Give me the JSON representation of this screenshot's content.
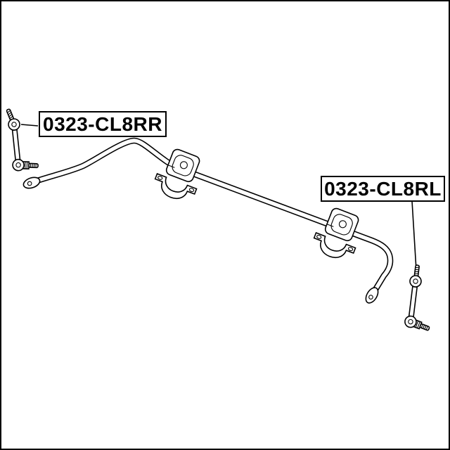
{
  "page": {
    "background_color": "#ffffff",
    "line_color": "#000000"
  },
  "diagram": {
    "name": "front-stabilizer-sway-bar-parts-diagram",
    "parts": [
      "stabilizer-bar",
      "stabilizer-link-left",
      "stabilizer-link-right",
      "bushing-with-bracket-front",
      "bushing-with-bracket-rear"
    ],
    "callouts": [
      {
        "part_number": "0323-CL8RR",
        "position": "top-left"
      },
      {
        "part_number": "0323-CL8RL",
        "position": "middle-right"
      }
    ]
  }
}
